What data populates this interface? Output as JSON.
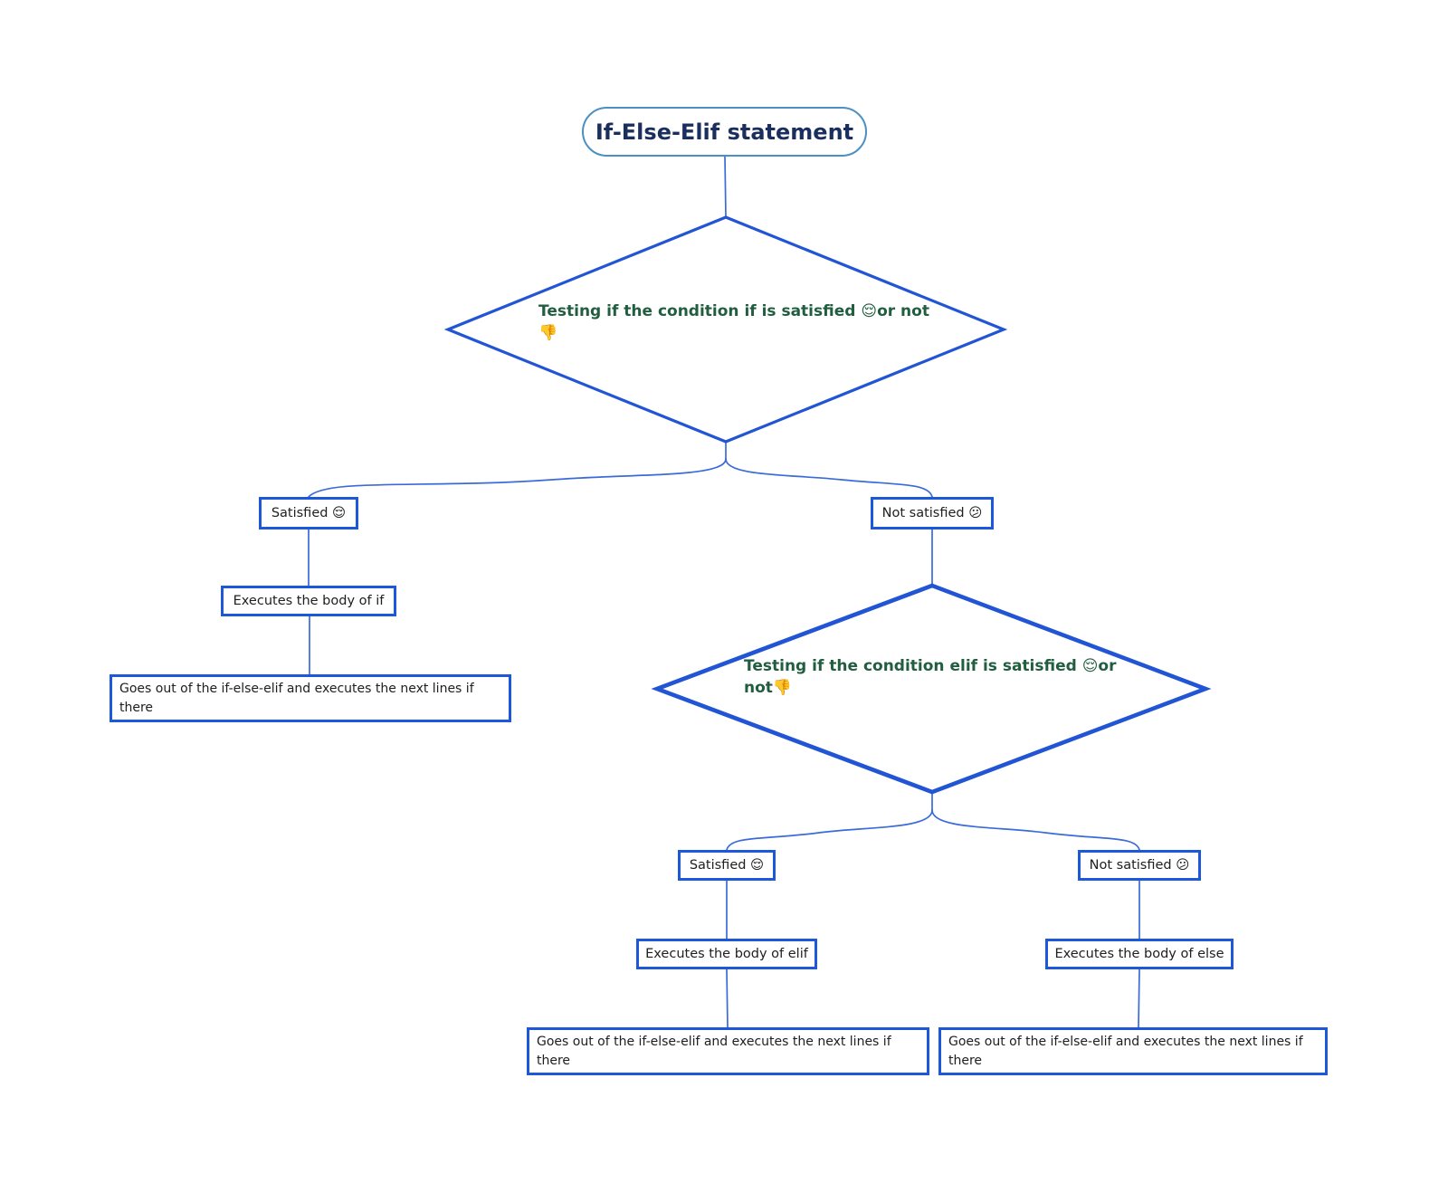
{
  "title": "If-Else-Elif statement",
  "colors": {
    "background": "#ffffff",
    "edge": "#3a6bd8",
    "diamond_border": "#2255d4",
    "box_border": "#1d58da",
    "pill_border": "#4a90c4",
    "title_text": "#1b2f5e",
    "condition_text": "#215e3f",
    "box_text": "#202020"
  },
  "icons": {
    "satisfied_emoji": "relieved-face-icon",
    "not_satisfied_emoji": "confused-face-icon",
    "thumbs_down_emoji": "thumbs-down-icon"
  },
  "nodes": {
    "root": {
      "label": "If-Else-Elif statement"
    },
    "if_condition": {
      "label": "Testing if the condition if is satisfied 😌or not\n👎"
    },
    "if_satisfied": {
      "label": "Satisfied 😌"
    },
    "if_not_satisfied": {
      "label": "Not satisfied 😕"
    },
    "if_body": {
      "label": "Executes the body of if"
    },
    "if_exit": {
      "label": "Goes out of the if-else-elif and executes the next lines if\nthere"
    },
    "elif_condition": {
      "label": "Testing if the condition elif is satisfied 😌or\nnot👎"
    },
    "elif_satisfied": {
      "label": "Satisfied 😌"
    },
    "elif_not_satisfied": {
      "label": "Not satisfied 😕"
    },
    "elif_body": {
      "label": "Executes the body of elif"
    },
    "elif_exit": {
      "label": "Goes out of the if-else-elif and executes the next lines if\nthere"
    },
    "else_body": {
      "label": "Executes the body of else"
    },
    "else_exit": {
      "label": "Goes out of the if-else-elif and executes the next lines if\nthere"
    }
  }
}
